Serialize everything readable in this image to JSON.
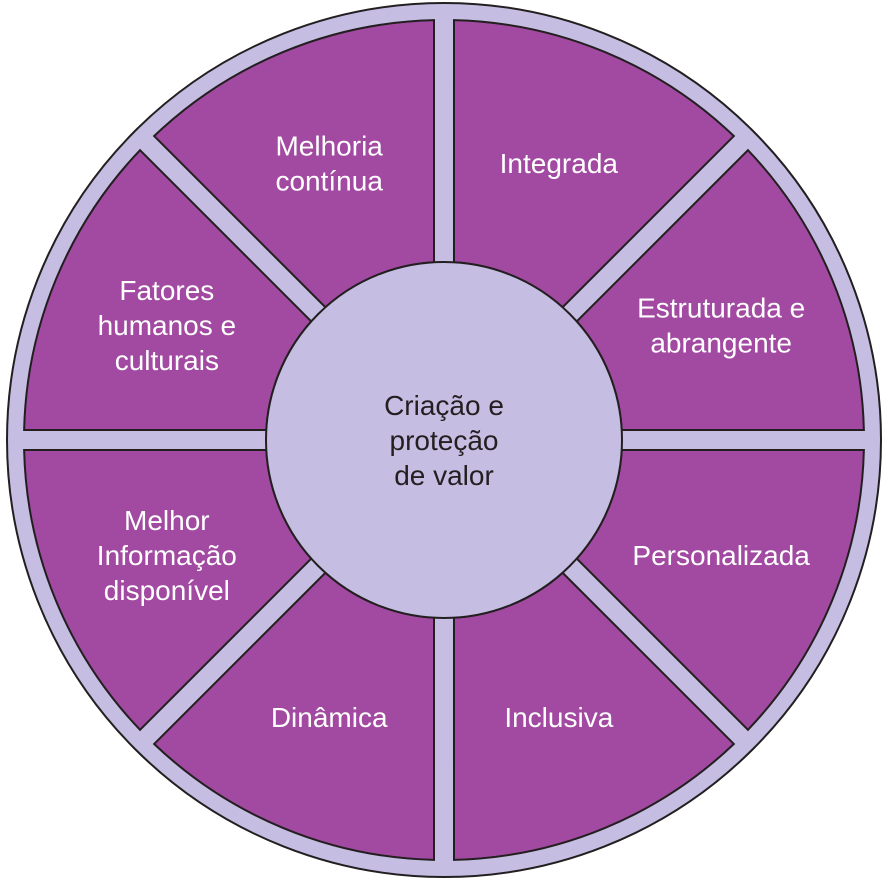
{
  "colors": {
    "ring": "#c5bde2",
    "segment": "#a24aa1",
    "outline": "#231f20",
    "segment_text": "#ffffff",
    "center_text": "#231f20"
  },
  "center": {
    "lines": [
      "Criação e",
      "proteção",
      "de valor"
    ]
  },
  "segments": [
    {
      "id": "integrada",
      "lines": [
        "Integrada"
      ]
    },
    {
      "id": "estruturada",
      "lines": [
        "Estruturada e",
        "abrangente"
      ]
    },
    {
      "id": "personalizada",
      "lines": [
        "Personalizada"
      ]
    },
    {
      "id": "inclusiva",
      "lines": [
        "Inclusiva"
      ]
    },
    {
      "id": "dinamica",
      "lines": [
        "Dinâmica"
      ]
    },
    {
      "id": "melhor-informacao",
      "lines": [
        "Melhor",
        "Informação",
        "disponível"
      ]
    },
    {
      "id": "fatores-humanos",
      "lines": [
        "Fatores",
        "humanos e",
        "culturais"
      ]
    },
    {
      "id": "melhoria-continua",
      "lines": [
        "Melhoria",
        "contínua"
      ]
    }
  ]
}
